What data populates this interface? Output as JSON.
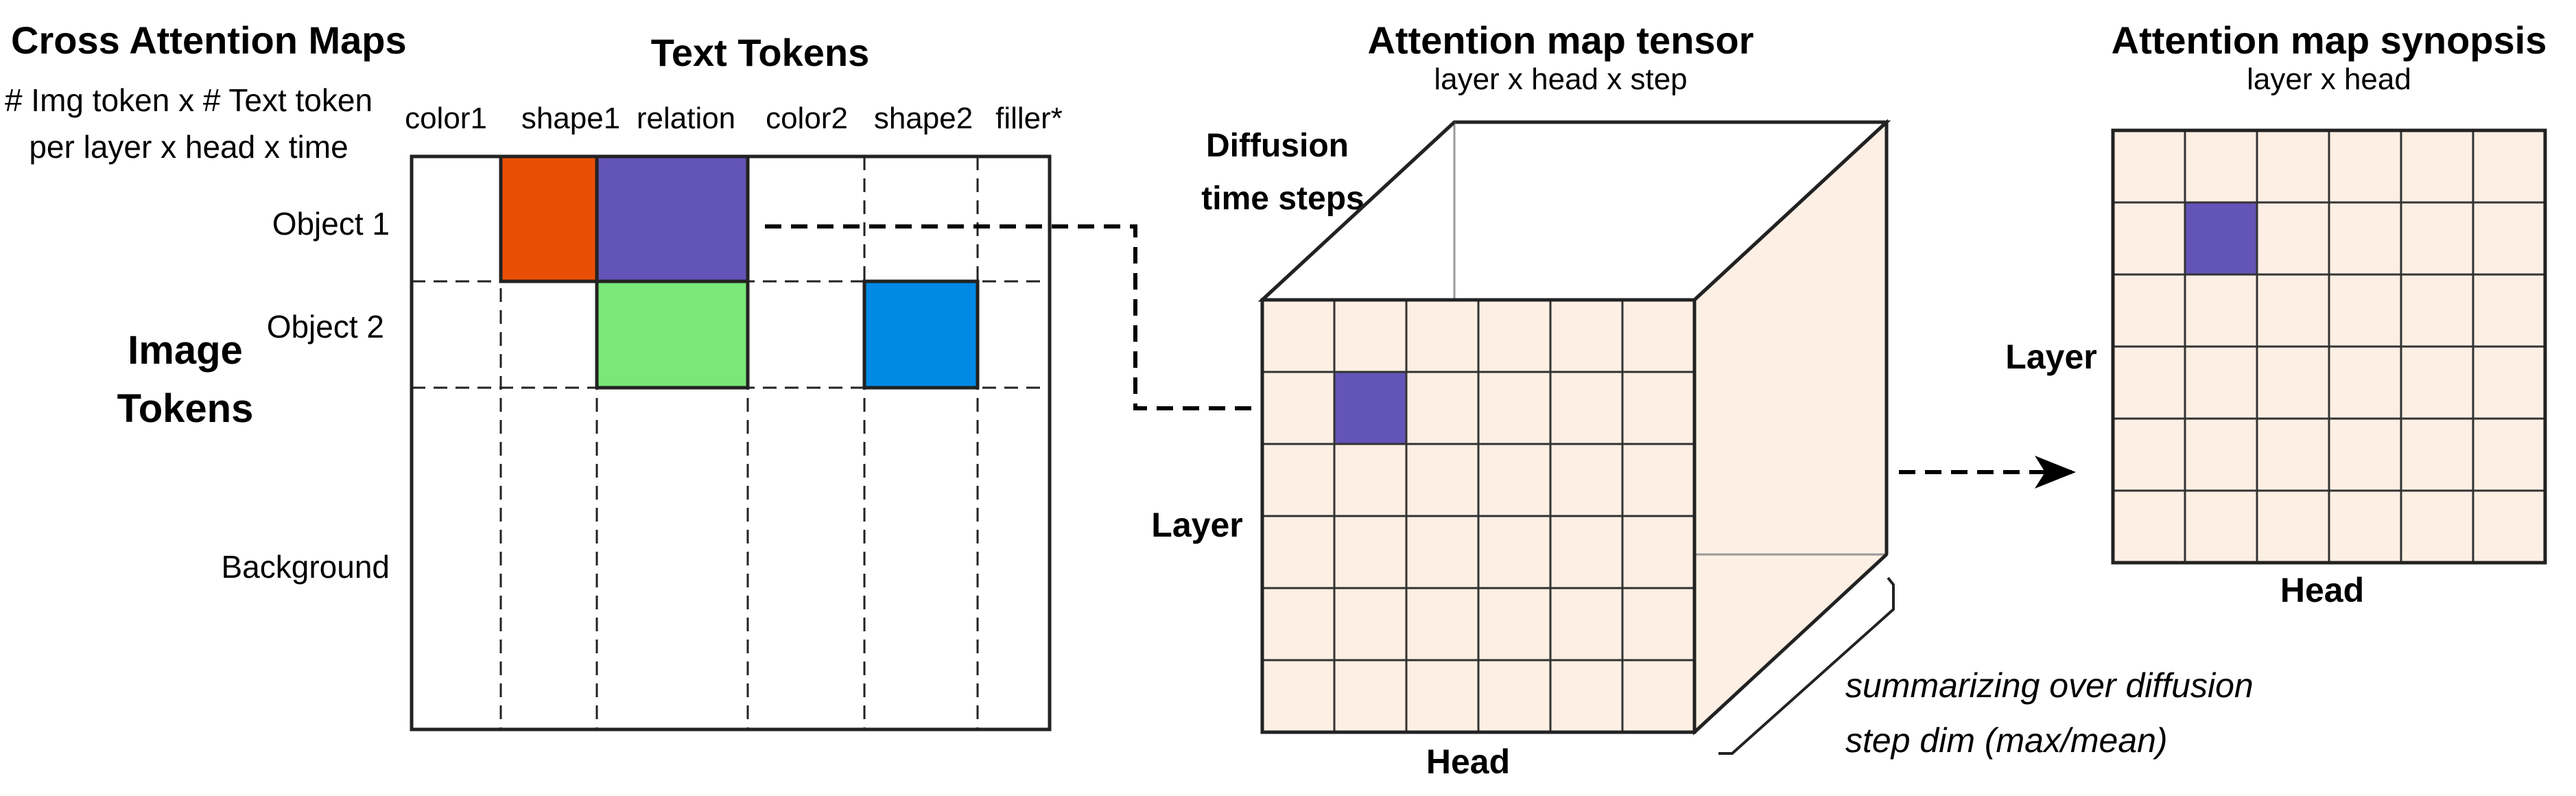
{
  "colors": {
    "cell_fill": "#fdefe4",
    "highlight": "#6354b7",
    "shape1": "#e94f04",
    "relation": "#6354b7",
    "object2_relation": "#79e878",
    "shape2": "#008ae6"
  },
  "cross_attention": {
    "title": "Cross Attention Maps",
    "subtitle_line1": "# Img token x # Text token",
    "subtitle_line2": "per layer x head x time",
    "text_tokens_title": "Text Tokens",
    "tokens": [
      "color1",
      "shape1",
      "relation",
      "color2",
      "shape2",
      "filler*"
    ],
    "image_tokens_line1": "Image",
    "image_tokens_line2": "Tokens",
    "rows": [
      "Object 1",
      "Object 2",
      "Background"
    ]
  },
  "tensor": {
    "title": "Attention map tensor",
    "subtitle": "layer x head x step",
    "depth_label_line1": "Diffusion",
    "depth_label_line2": "time steps",
    "layer_label": "Layer",
    "head_label": "Head",
    "summary_line1": "summarizing over diffusion",
    "summary_line2": "step dim (max/mean)"
  },
  "synopsis": {
    "title": "Attention map synopsis",
    "subtitle": "layer x head",
    "layer_label": "Layer",
    "head_label": "Head"
  }
}
